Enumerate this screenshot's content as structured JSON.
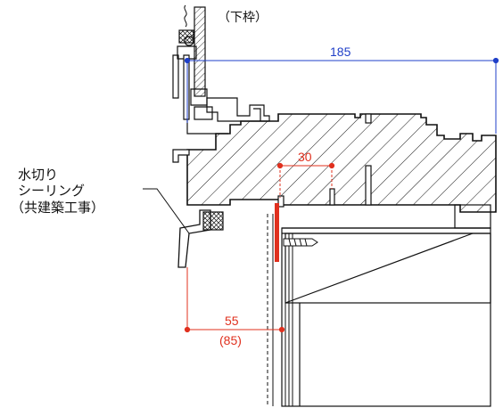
{
  "title": "（下枠）",
  "callout": {
    "line1": "水切り",
    "line2": "シーリング",
    "line3": "（共建築工事）"
  },
  "dimensions": {
    "overall": "185",
    "center": "30",
    "left": "55",
    "left_alt": "(85)"
  },
  "colors": {
    "blue_dimension": "#1f3fc8",
    "red_dimension": "#e0301e",
    "line": "#111111"
  }
}
